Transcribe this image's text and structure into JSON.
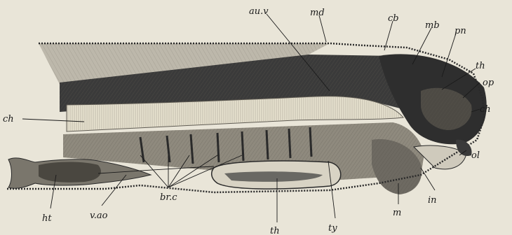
{
  "figure": {
    "labels": {
      "au_v": "au.v",
      "md": "md",
      "cb": "cb",
      "mb": "mb",
      "pn": "pn",
      "th_upper": "th",
      "op": "op",
      "ch_left": "ch",
      "ch_right": "ch",
      "ol": "ol",
      "ht": "ht",
      "v_ao": "v.ao",
      "br_c": "br.c",
      "th_lower": "th",
      "ty": "ty",
      "m": "m",
      "in": "in"
    },
    "colors": {
      "paper": "#e9e5d8",
      "ink": "#1a1a1a",
      "dark_tissue": "#3a3a3a",
      "mid_tissue": "#6e6a62",
      "light_tissue": "#cfcabc"
    }
  }
}
